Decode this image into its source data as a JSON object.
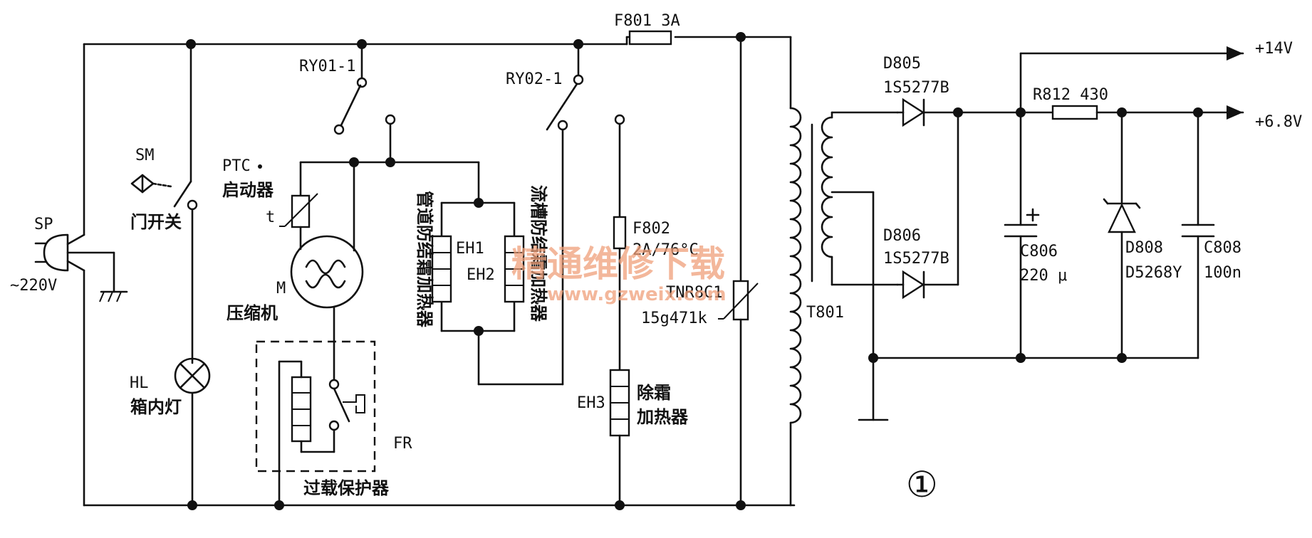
{
  "figure_number": "①",
  "labels": {
    "sp": "SP",
    "voltage": "~220V",
    "sm": "SM",
    "door_switch": "门开关",
    "hl": "HL",
    "lamp": "箱内灯",
    "ptc": "PTC",
    "starter": "启动器",
    "t": "t",
    "m": "M",
    "compressor": "压缩机",
    "fr": "FR",
    "overload": "过载保护器",
    "ry01": "RY01-1",
    "ry02": "RY02-1",
    "pipe_heater": "管道防结霜加热器",
    "eh1": "EH1",
    "eh2": "EH2",
    "trough_heater": "流槽防结霜加热器",
    "f801": "F801 3A",
    "f802": "F802",
    "f802_rating": "2A/76°C",
    "eh3": "EH3",
    "defrost_heater_1": "除霜",
    "defrost_heater_2": "加热器",
    "tnr": "TNR8C1",
    "tnr_value": "15g471k",
    "t801": "T801",
    "d805": "D805",
    "d805_part": "1S5277B",
    "d806": "D806",
    "d806_part": "1S5277B",
    "r812": "R812 430",
    "c806": "C806",
    "c806_value": "220 μ",
    "d808": "D808",
    "d808_part": "D5268Y",
    "c808": "C808",
    "c808_value": "100n",
    "out_14v": "+14V",
    "out_68v": "+6.8V"
  },
  "watermark": {
    "title": "精通维修下载",
    "url": "www.gzweix.com"
  }
}
